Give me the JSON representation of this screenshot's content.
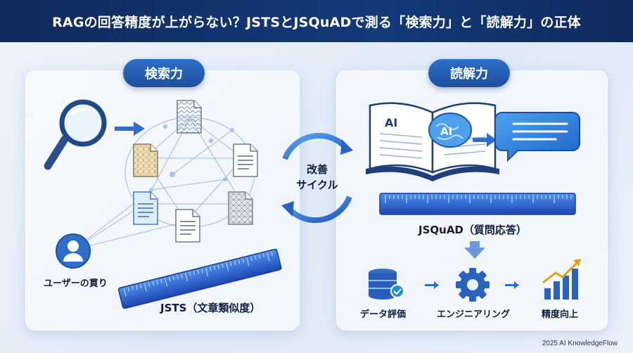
{
  "title": "RAGの回答精度が上がらない？JSTSとJSQuADで測る「検索力」と「読解力」の正体",
  "left_panel": {
    "heading": "検索力",
    "user_label": "ユーザーの貫り",
    "ruler_label": "JSTS（文章類似度）"
  },
  "cycle": {
    "line1": "改善",
    "line2": "サイクル"
  },
  "right_panel": {
    "heading": "読解力",
    "book_badge": "AI",
    "brain_badge": "AI",
    "ruler_label": "JSQuAD（質問応答）",
    "steps": [
      {
        "label": "データ評価",
        "icon": "database-check-icon"
      },
      {
        "label": "エンジニアリング",
        "icon": "gear-icon"
      },
      {
        "label": "精度向上",
        "icon": "growth-chart-icon"
      }
    ]
  },
  "credit": "2025 AI KnowledgeFlow",
  "colors": {
    "header_bg": "#143a7a",
    "accent_blue": "#2f6fc9",
    "ruler_blue": "#2a5fd0",
    "text_dark": "#0f1e3a"
  }
}
